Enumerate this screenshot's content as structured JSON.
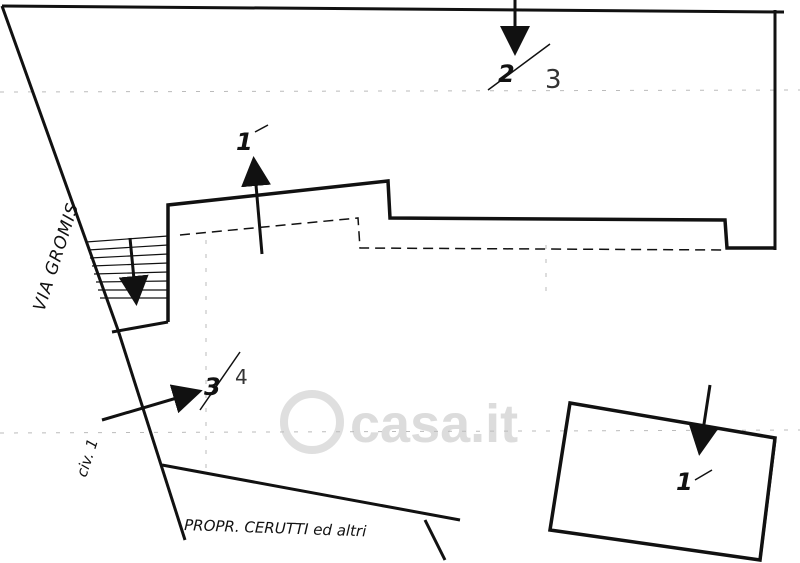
{
  "plan": {
    "street_label": "VIA GROMIS",
    "civic_label": "civ. 1",
    "owner_label": "PROPR. CERUTTI ed altri",
    "markers": {
      "top": {
        "number": "2",
        "alt": "3"
      },
      "center": {
        "number": "1"
      },
      "left": {
        "number": "3",
        "alt": "4"
      },
      "bottom_right": {
        "number": "1"
      }
    },
    "watermark": "casa.it",
    "line_color": "#111111"
  }
}
